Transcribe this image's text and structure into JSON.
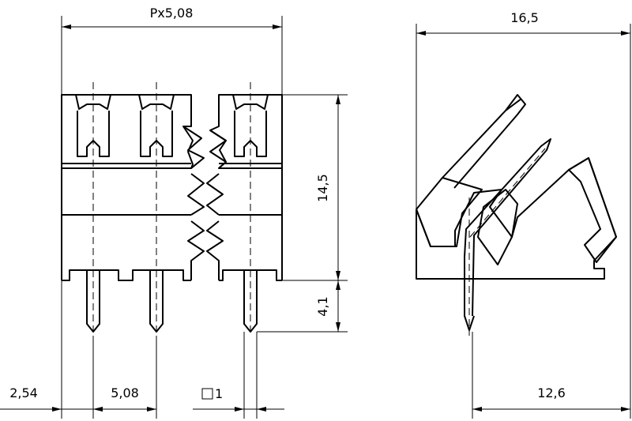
{
  "dimensions": {
    "pitch_total": "Px5,08",
    "height_body": "14,5",
    "pin_length": "4,1",
    "offset_first_pin": "2,54",
    "pitch": "5,08",
    "pin_square": "1",
    "side_width": "16,5",
    "side_footprint": "12,6"
  },
  "symbols": {
    "square_symbol": "square-icon"
  }
}
